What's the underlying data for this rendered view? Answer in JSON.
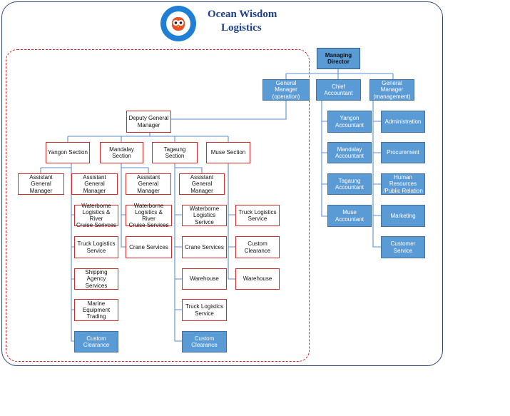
{
  "brand": {
    "name_line1": "Ocean Wisdom",
    "name_line2": "Logistics",
    "logo_icon": "owl-icon",
    "colors": {
      "primary": "#1f7fd4",
      "text": "#1c3f8f"
    }
  },
  "colors": {
    "box_fill_blue": "#5b9bd5",
    "red_border": "#d42a2a",
    "frame": "#2f4a7a"
  },
  "nodes": {
    "managing_director": "Managing\nDirector",
    "gm_operation": "General Manager\n(operation)",
    "chief_accountant": "Chief Accountant",
    "gm_management": "General Manager\n(management)",
    "deputy_gm": "Deputy General\nManager",
    "yangon_section": "Yangon Section",
    "mandalay_section": "Mandalay\nSection",
    "tagaung_section": "Tagaung Section",
    "muse_section": "Muse Section",
    "agm_1": "Assistant General\nManager",
    "agm_2": "Assistant General\nManager",
    "agm_3": "Assistant General\nManager",
    "agm_4": "Assistant General\nManager",
    "yangon_waterborne": "Waterborne\nLogistics & River\nCruise Serivces",
    "yangon_truck": "Truck Logistics\nService",
    "yangon_shipping": "Shipping Agency\nServices",
    "yangon_marine": "Marine\nEquipment\nTrading",
    "yangon_custom": "Custom\nClearance",
    "mandalay_waterborne": "Waterborne\nLogistics & River\nCruise Services",
    "mandalay_crane": "Crane Services",
    "tagaung_waterborne": "Waterborne\nLogistics Serivce",
    "tagaung_crane": "Crane Services",
    "tagaung_warehouse": "Warehouse",
    "tagaung_truck": "Truck Logistics\nService",
    "tagaung_custom": "Custom\nClearance",
    "muse_truck": "Truck Logistics\nService",
    "muse_custom": "Custom\nClearance",
    "muse_warehouse": "Warehouse",
    "acc_yangon": "Yangon\nAccountant",
    "acc_mandalay": "Mandalay\nAccountant",
    "acc_tagaung": "Tagaung\nAccountant",
    "acc_muse": "Muse\nAccountant",
    "mgmt_admin": "Administration",
    "mgmt_procurement": "Procurement",
    "mgmt_hr": "Human\nResources\n/Public Relation",
    "mgmt_marketing": "Marketing",
    "mgmt_customer": "Customer Service"
  }
}
